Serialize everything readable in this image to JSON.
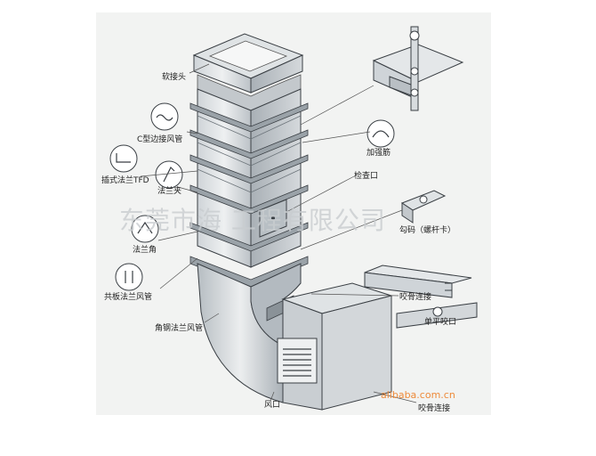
{
  "labels": {
    "soft_joint": "软接头",
    "c_edge_duct": "C型边接风管",
    "insert_flange_tfd": "插式法兰TFD",
    "flange_clip": "法兰夹",
    "flange_corner": "法兰角",
    "common_plate_flange_duct": "共板法兰风管",
    "angle_steel_flange_duct": "角钢法兰风管",
    "air_outlet": "风口",
    "stiffener": "加强筋",
    "inspection_port": "检查口",
    "hook_bolt": "勾码（螺杆卡）",
    "snap_joint": "咬骨连接",
    "single_flat_seam": "单平咬口",
    "snap_joint_bottom": "咬骨连接"
  },
  "watermark": "东莞市海         工程有限公司",
  "site_mark": "alibaba.com.cn",
  "colors": {
    "panel": "#f2f3f2",
    "duct_light": "#e3e6e8",
    "duct_mid": "#c6cbcf",
    "duct_dark": "#8f979d",
    "outline": "#3a3f44",
    "site_mark": "#ee8a3a"
  }
}
